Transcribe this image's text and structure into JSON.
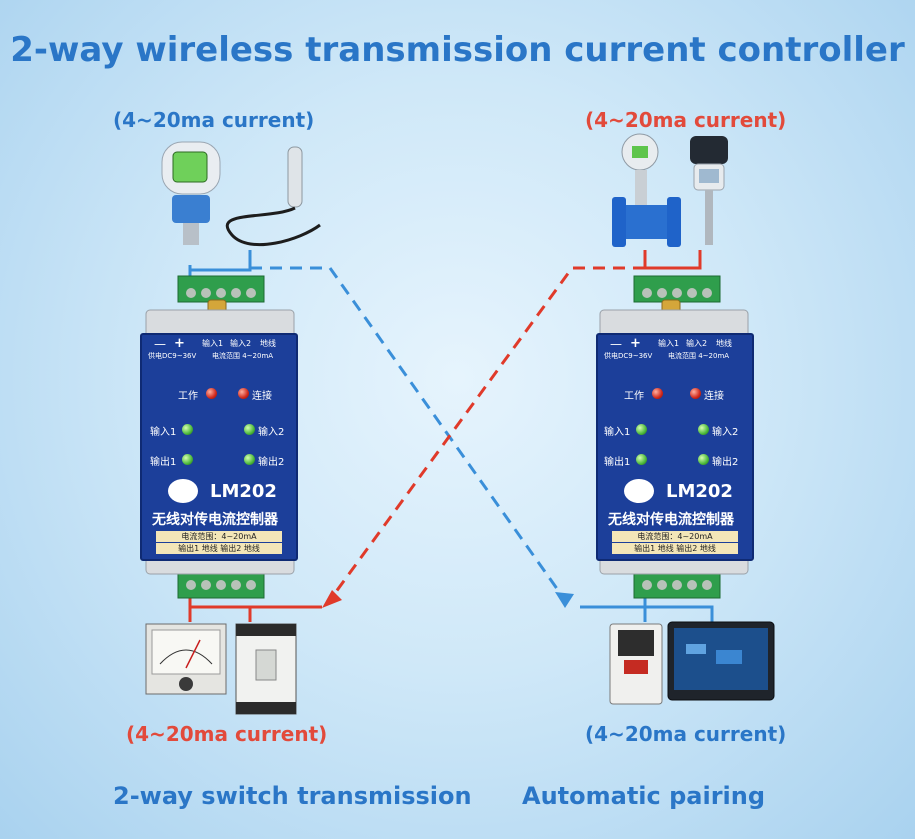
{
  "title": "2-way wireless transmission current controller",
  "labels": {
    "top_left": "(4~20ma current)",
    "top_right": "(4~20ma current)",
    "bottom_left": "(4~20ma current)",
    "bottom_right": "(4~20ma current)"
  },
  "footer": {
    "left": "2-way switch transmission",
    "right": "Automatic pairing"
  },
  "controller": {
    "model": "LM202",
    "name_cn": "无线对传电流控制器",
    "terminal_minus": "—",
    "terminal_plus": "+",
    "terminal_in1": "输入1",
    "terminal_in2": "输入2",
    "terminal_gnd": "地线",
    "supply_text": "供电DC9~36V",
    "range_text": "电流范围 4~20mA",
    "work_label": "工作",
    "connect_label": "连接",
    "input1_label": "输入1",
    "input2_label": "输入2",
    "output1_label": "输出1",
    "output2_label": "输出2",
    "bottom_range": "电流范围：4~20mA",
    "bottom_terminals": "输出1 地线   输出2 地线"
  },
  "colors": {
    "title_blue": "#2a76c7",
    "label_red": "#e24a3b",
    "panel_blue": "#1c3f9a",
    "wire_blue": "#3a8fd9",
    "wire_red": "#e03a2a"
  }
}
